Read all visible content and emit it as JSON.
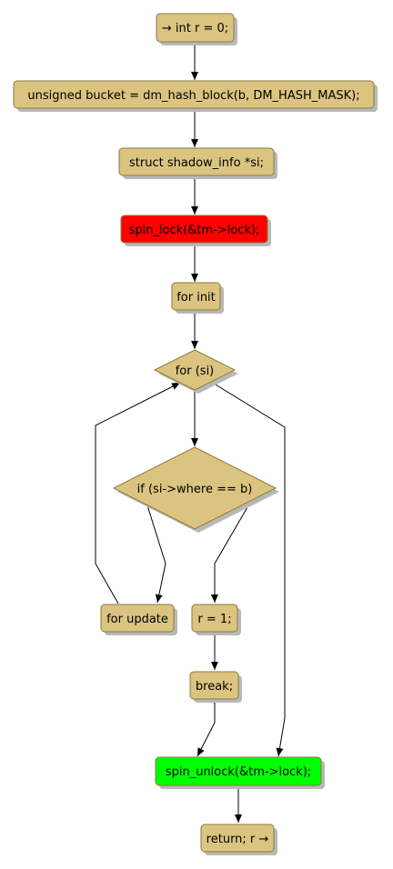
{
  "nodes": {
    "init_r": "→ int r = 0;",
    "bucket": "unsigned bucket = dm_hash_block(b, DM_HASH_MASK);",
    "struct_si": "struct shadow_info *si;",
    "spin_lock": "spin_lock(&tm->lock);",
    "for_init": "for init",
    "for_si": "for (si)",
    "if_where": "if (si->where == b)",
    "for_update": "for update",
    "r_eq_1": "r = 1;",
    "break": "break;",
    "spin_unlock": "spin_unlock(&tm->lock);",
    "return_r": "return; r →"
  },
  "colors": {
    "node_fill": "#dbc47f",
    "node_stroke": "#8a7a3c",
    "lock_fill": "#ff0000",
    "unlock_fill": "#00ff00",
    "shadow": "#b8b8b8",
    "edge": "#000000"
  }
}
